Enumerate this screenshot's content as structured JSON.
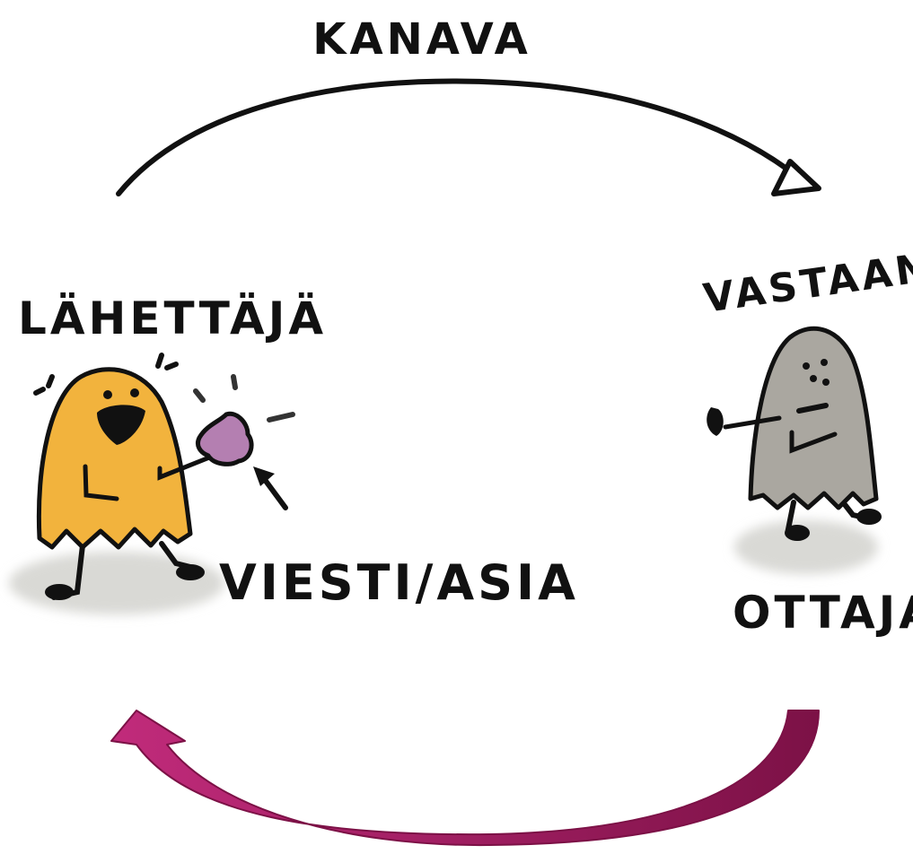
{
  "diagram": {
    "channel_label": "KANAVA",
    "sender_label": "LÄHETTÄJÄ",
    "message_label": "VIESTI/ASIA",
    "receiver_label_top": "VASTAAN-",
    "receiver_label_bottom": "OTTAJA"
  },
  "colors": {
    "ink": "#111111",
    "sender_body": "#f2b33d",
    "receiver_body": "#aaa7a0",
    "message_blob": "#b47fb1",
    "shadow": "#d9d9d5",
    "feedback_arrow": "#9b1b60"
  },
  "icons": {
    "sender": "yellow-ghost-character",
    "receiver": "grey-ghost-character",
    "message": "purple-blob",
    "channel_arrow": "curved-arrow-right",
    "feedback_arrow": "curved-arrow-left"
  }
}
